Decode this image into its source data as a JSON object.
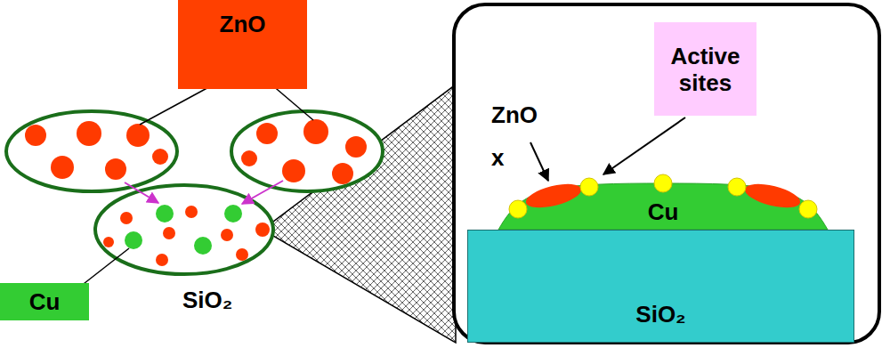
{
  "diagram": {
    "nodes": [
      {
        "text": [
          "ZnO"
        ]
      },
      {
        "text": [
          "Active sites"
        ]
      },
      {
        "text": [
          "Cu"
        ]
      },
      {
        "text": [
          "Cu"
        ]
      },
      {
        "text": [
          "SiO₂"
        ]
      }
    ],
    "labels": [
      "ZnO x",
      "SiO₂"
    ]
  }
}
